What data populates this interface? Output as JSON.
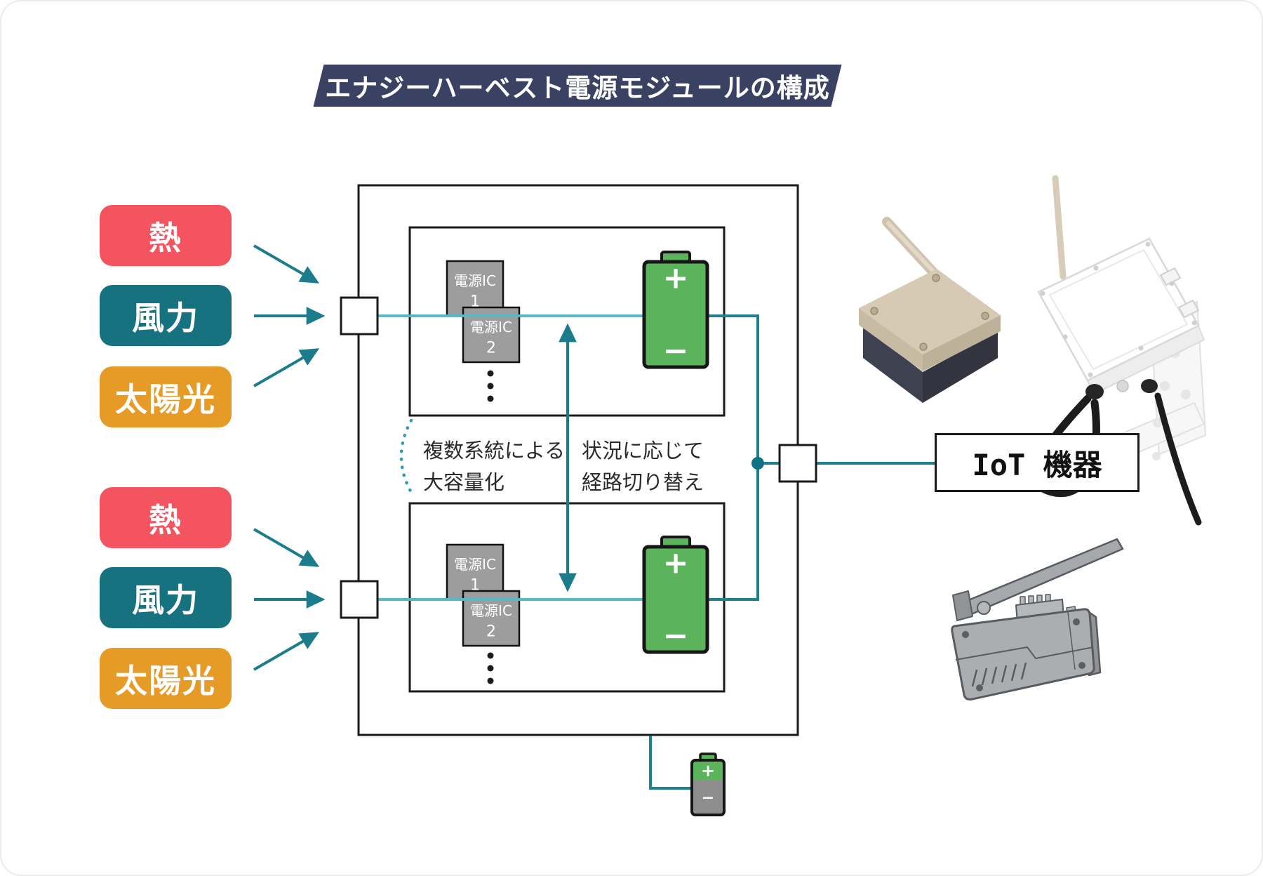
{
  "title": "エナジーハーベスト電源モジュールの構成",
  "source_labels": [
    "熱",
    "風力",
    "太陽光"
  ],
  "module": {
    "ic_label": "電源IC",
    "ic1_number": "1",
    "ic2_number": "2",
    "battery_plus": "+",
    "battery_minus": "−"
  },
  "annotations": {
    "capacity_line1": "複数系統による",
    "capacity_line2": "大容量化",
    "switching_line1": "状況に応じて",
    "switching_line2": "経路切り替え"
  },
  "output": {
    "iot_label": "IoT 機器"
  },
  "colors": {
    "banner_navy": "#3a4263",
    "heat_red": "#f4545f",
    "wind_teal": "#16727f",
    "solar_orange": "#e79b27",
    "arrow_teal": "#1b7c8c",
    "wire_teal": "#1f808f",
    "wire_light_teal": "#57b8c5",
    "battery_green": "#5bb45c",
    "ic_gray": "#9d9d9e"
  }
}
